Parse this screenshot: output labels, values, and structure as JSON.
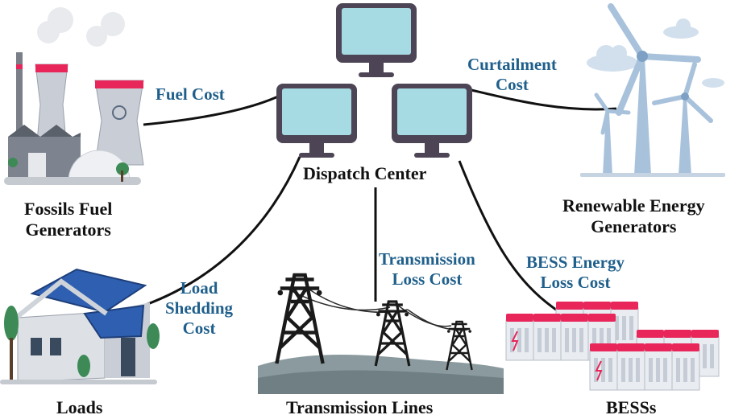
{
  "labels": {
    "dispatch_center": "Dispatch Center",
    "fossil_line1": "Fossils Fuel",
    "fossil_line2": "Generators",
    "renewable_line1": "Renewable Energy",
    "renewable_line2": "Generators",
    "loads": "Loads",
    "transmission_lines": "Transmission Lines",
    "bess": "BESSs"
  },
  "costs": {
    "fuel": "Fuel Cost",
    "curtailment_line1": "Curtailment",
    "curtailment_line2": "Cost",
    "load_shedding_line1": "Load",
    "load_shedding_line2": "Shedding",
    "load_shedding_line3": "Cost",
    "transmission_loss_line1": "Transmission",
    "transmission_loss_line2": "Loss Cost",
    "bess_loss_line1": "BESS Energy",
    "bess_loss_line2": "Loss Cost"
  },
  "colors": {
    "node_text": "#111111",
    "cost_text": "#1f5f8b",
    "monitor_screen": "#a6dbe3",
    "monitor_frame": "#4d4555",
    "battery_cap": "#e8265a",
    "ground": "#8a9a9e"
  },
  "icons": [
    "monitor-icon",
    "power-plant-icon",
    "wind-turbine-icon",
    "house-icon",
    "transmission-tower-icon",
    "battery-storage-icon",
    "tree-icon",
    "cloud-icon"
  ]
}
